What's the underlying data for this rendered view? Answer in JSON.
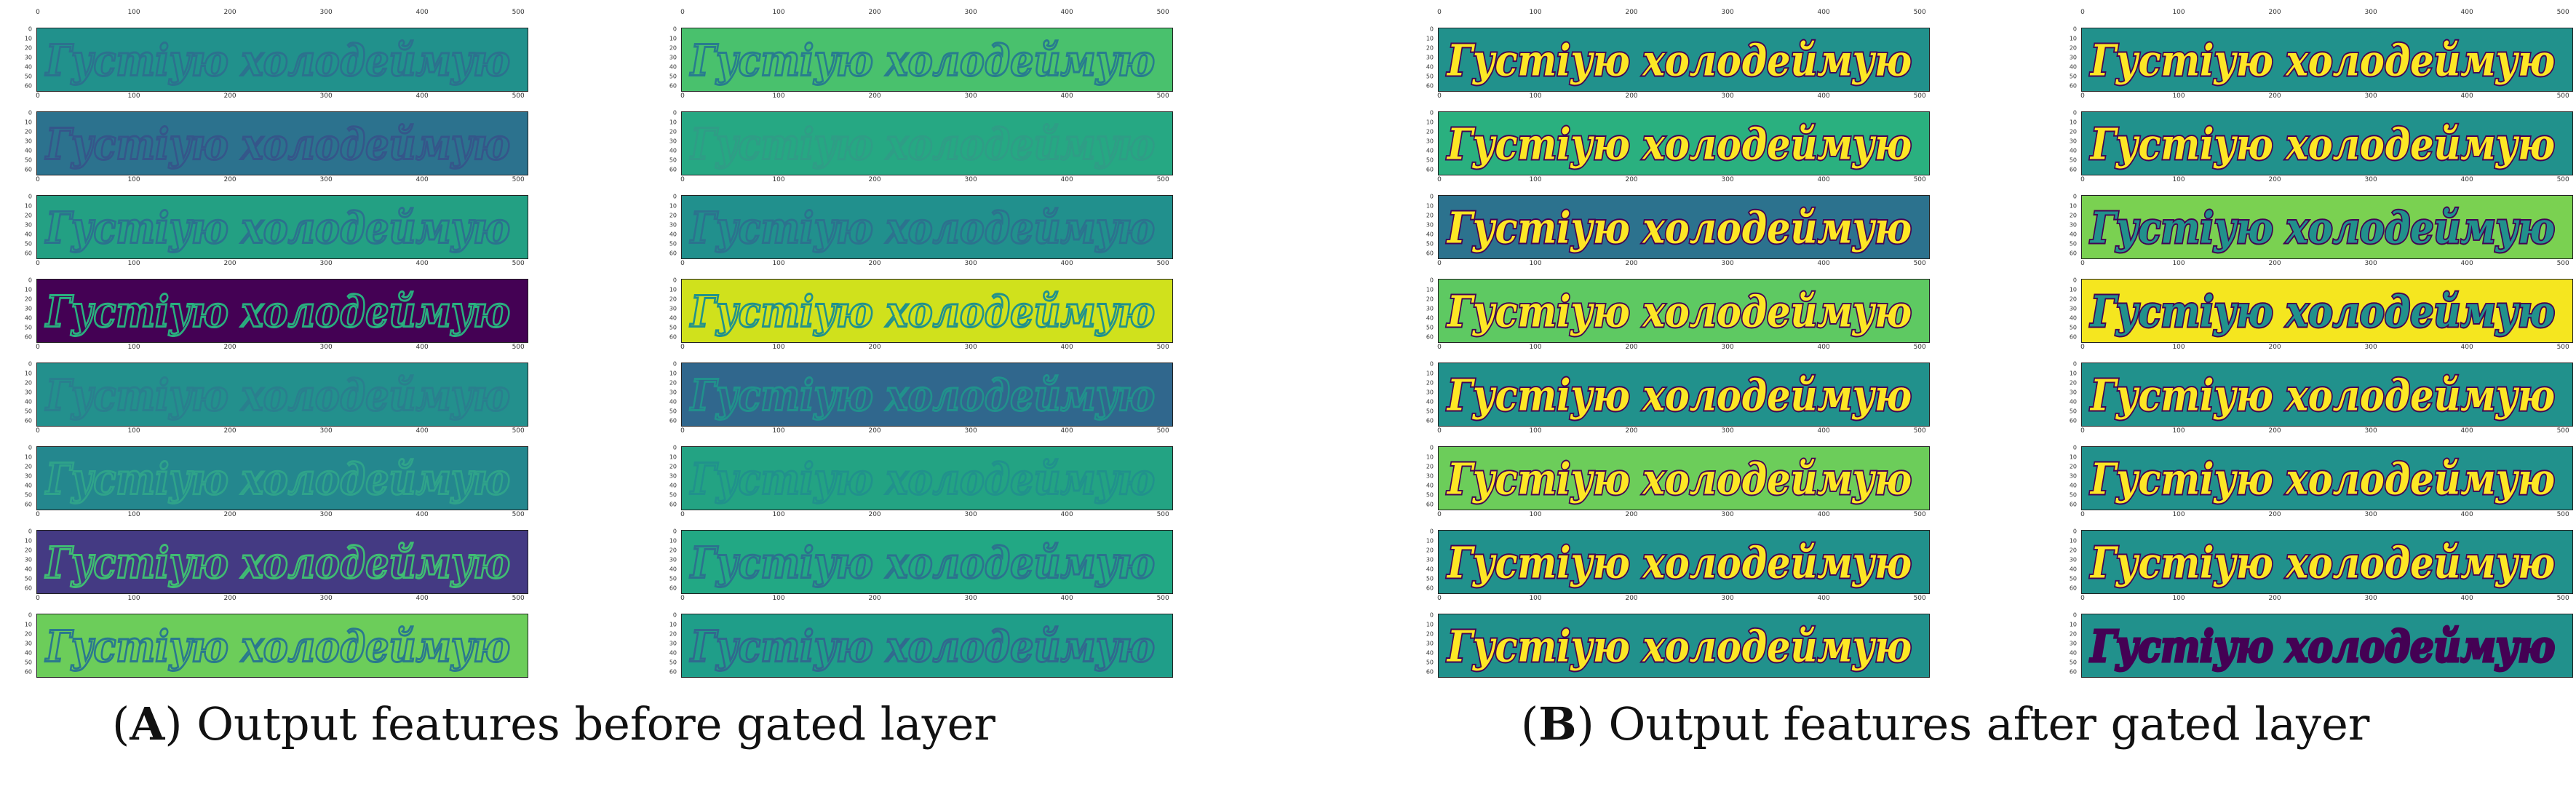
{
  "word_image_text": "Густіую холодеймую",
  "x_ticks": [
    "0",
    "100",
    "200",
    "300",
    "400",
    "500"
  ],
  "y_ticks": [
    "0",
    "10",
    "20",
    "30",
    "40",
    "50",
    "60"
  ],
  "panel_colors": {
    "A": [
      {
        "bg": "#21918c",
        "stroke": "#2c718e",
        "fill": "none"
      },
      {
        "bg": "#2c728e",
        "stroke": "#35568a",
        "fill": "none"
      },
      {
        "bg": "#23a083",
        "stroke": "#2c718e",
        "fill": "none"
      },
      {
        "bg": "#440154",
        "stroke": "#29af7f",
        "fill": "none"
      },
      {
        "bg": "#23908d",
        "stroke": "#2a7f8e",
        "fill": "none"
      },
      {
        "bg": "#24878e",
        "stroke": "#2fa38a",
        "fill": "none"
      },
      {
        "bg": "#443a83",
        "stroke": "#3fbc73",
        "fill": "none"
      },
      {
        "bg": "#6ccd5a",
        "stroke": "#2a788e",
        "fill": "none"
      },
      {
        "bg": "#49c16d",
        "stroke": "#287c8e",
        "fill": "none"
      },
      {
        "bg": "#26a883",
        "stroke": "#2f9d86",
        "fill": "none"
      },
      {
        "bg": "#21908d",
        "stroke": "#2c728e",
        "fill": "none"
      },
      {
        "bg": "#d0e11c",
        "stroke": "#21918c",
        "fill": "none"
      },
      {
        "bg": "#30678d",
        "stroke": "#21918c",
        "fill": "none"
      },
      {
        "bg": "#23a383",
        "stroke": "#21918c",
        "fill": "none"
      },
      {
        "bg": "#22a884",
        "stroke": "#2c728e",
        "fill": "none"
      },
      {
        "bg": "#1f9e89",
        "stroke": "#31688e",
        "fill": "none"
      }
    ],
    "B": [
      {
        "bg": "#21918c",
        "stroke": "#440154",
        "fill": "#fde725"
      },
      {
        "bg": "#2ab07f",
        "stroke": "#440154",
        "fill": "#fde725"
      },
      {
        "bg": "#2c728e",
        "stroke": "#440154",
        "fill": "#fde725"
      },
      {
        "bg": "#5ec962",
        "stroke": "#440154",
        "fill": "#fde725"
      },
      {
        "bg": "#21918c",
        "stroke": "#440154",
        "fill": "#fde725"
      },
      {
        "bg": "#6ccd5a",
        "stroke": "#440154",
        "fill": "#fde725"
      },
      {
        "bg": "#21918c",
        "stroke": "#440154",
        "fill": "#fde725"
      },
      {
        "bg": "#21918c",
        "stroke": "#440154",
        "fill": "#fde725"
      },
      {
        "bg": "#21918c",
        "stroke": "#440154",
        "fill": "#fde725"
      },
      {
        "bg": "#21918c",
        "stroke": "#440154",
        "fill": "#fde725"
      },
      {
        "bg": "#7ad151",
        "stroke": "#440154",
        "fill": "#21918c"
      },
      {
        "bg": "#f5e61f",
        "stroke": "#440154",
        "fill": "#21918c"
      },
      {
        "bg": "#21918c",
        "stroke": "#440154",
        "fill": "#fde725"
      },
      {
        "bg": "#21918c",
        "stroke": "#440154",
        "fill": "#fde725"
      },
      {
        "bg": "#21918c",
        "stroke": "#440154",
        "fill": "#fde725"
      },
      {
        "bg": "#21918c",
        "stroke": "#440154",
        "fill": "#440154"
      }
    ]
  },
  "caption_a": {
    "label": "A",
    "text": " Output features before gated layer"
  },
  "caption_b": {
    "label": "B",
    "text": " Output features after gated layer"
  }
}
